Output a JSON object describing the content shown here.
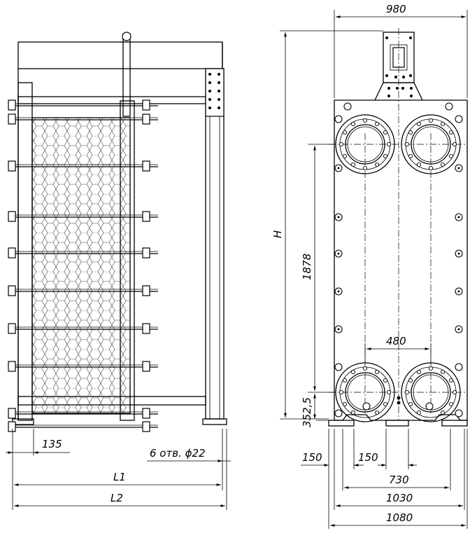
{
  "dimensions": {
    "top_width": "980",
    "height_label": "H",
    "port_vertical": "1878",
    "port_horizontal": "480",
    "port_bottom": "352,5",
    "left_offset": "135",
    "holes": "6 отв. ϕ22",
    "L1": "L1",
    "L2": "L2",
    "foot_left": "150",
    "foot_center": "150",
    "foot_span": "730",
    "frame_inner": "1030",
    "frame_outer": "1080"
  }
}
